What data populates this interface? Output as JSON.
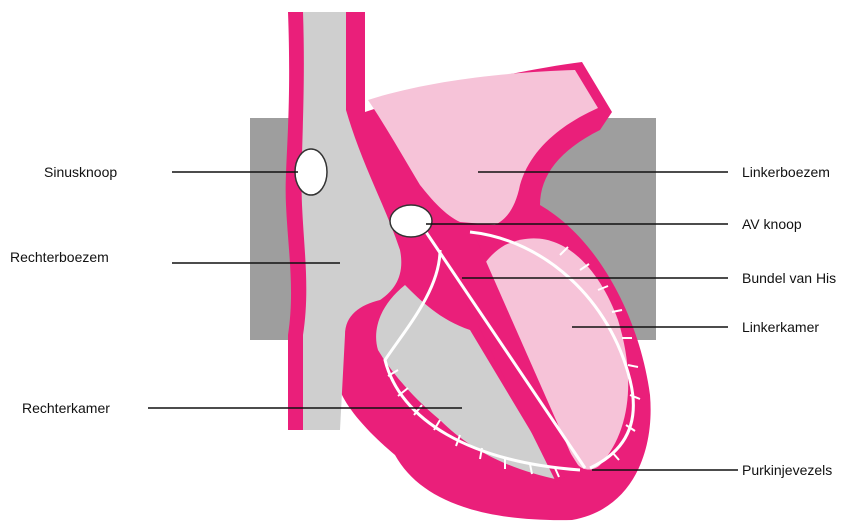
{
  "labels": {
    "sinusknoop": "Sinusknoop",
    "rechterboezem": "Rechterboezem",
    "rechterkamer": "Rechterkamer",
    "linkerboezem": "Linkerboezem",
    "av_knoop": "AV knoop",
    "bundel_van_his": "Bundel van His",
    "linkerkamer": "Linkerkamer",
    "purkinjevezels": "Purkinjevezels"
  },
  "colors": {
    "background_panel": "#9e9e9e",
    "wall_magenta": "#ea1f7a",
    "right_chamber_gray": "#cfcfcf",
    "left_chamber_pink": "#f6c3d8",
    "node_white": "#ffffff",
    "conduction_white": "#ffffff"
  }
}
